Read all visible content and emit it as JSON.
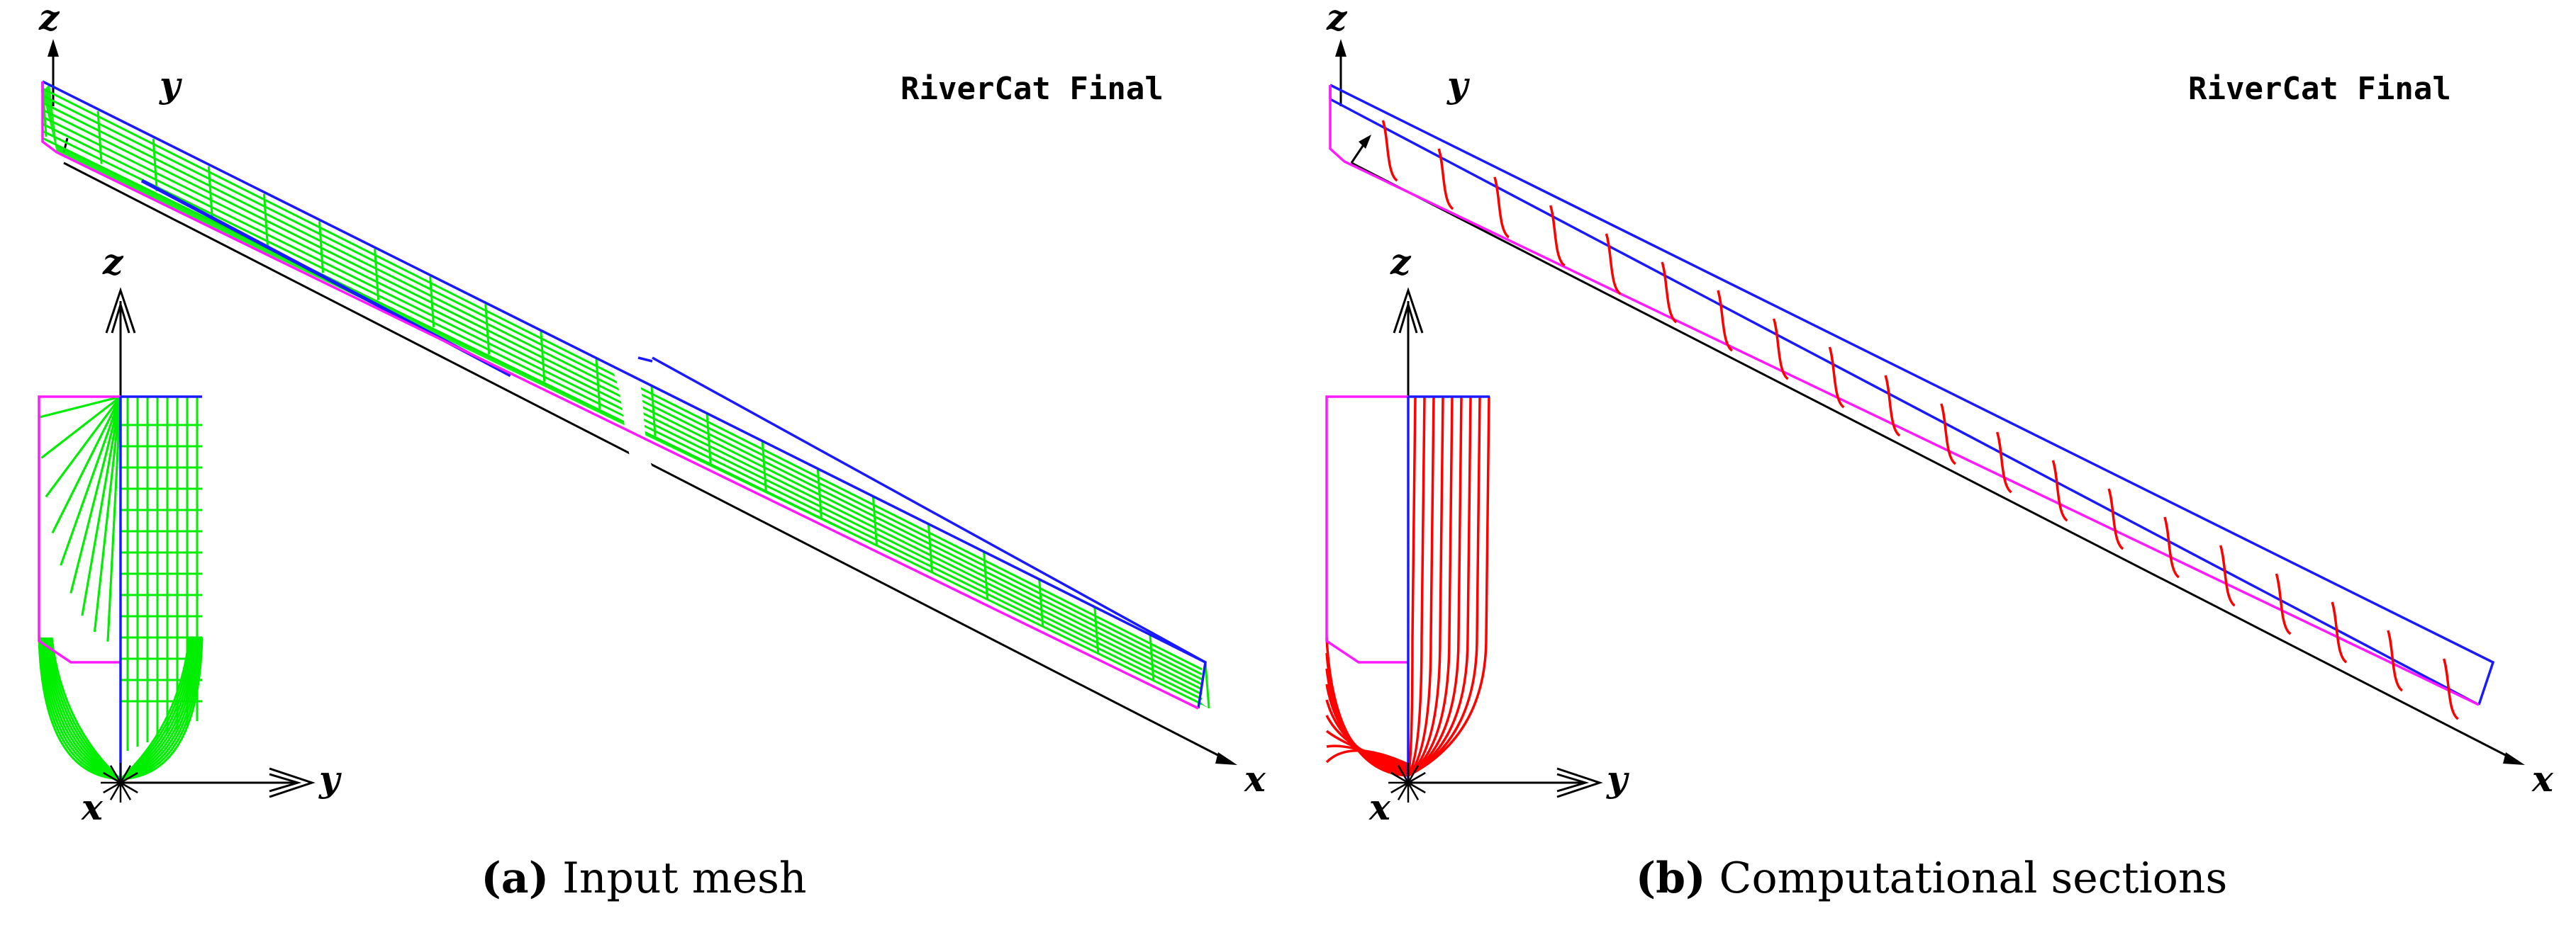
{
  "colors": {
    "deck": "#1a1aff",
    "keel": "#ff1aff",
    "mesh": "#00ee00",
    "sections": "#ff0000",
    "axis": "#000000"
  },
  "axis_labels": {
    "x": "x",
    "y": "y",
    "z": "z"
  },
  "panels": [
    {
      "id": "a",
      "title": "RiverCat Final",
      "caption_tag": "(a)",
      "caption_text": "Input mesh"
    },
    {
      "id": "b",
      "title": "RiverCat Final",
      "caption_tag": "(b)",
      "caption_text": "Computational sections"
    }
  ]
}
